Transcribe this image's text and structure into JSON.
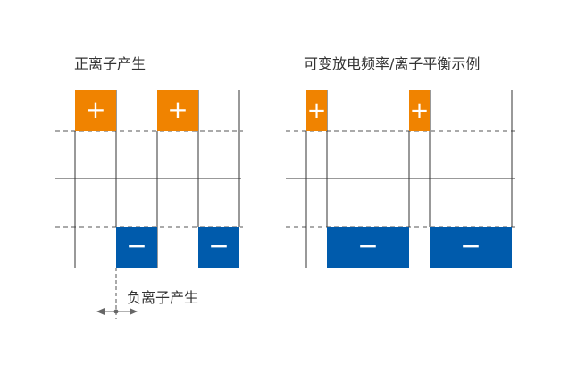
{
  "titles": {
    "left": "正离子产生",
    "right": "可变放电频率/离子平衡示例"
  },
  "annotation": {
    "text": "负离子产生"
  },
  "symbols": {
    "plus": "+",
    "minus": "−"
  },
  "colors": {
    "positive": "#F08300",
    "negative": "#005BAC",
    "line": "#333333",
    "dashed": "#555555",
    "arrow": "#666666",
    "text": "#333333"
  }
}
